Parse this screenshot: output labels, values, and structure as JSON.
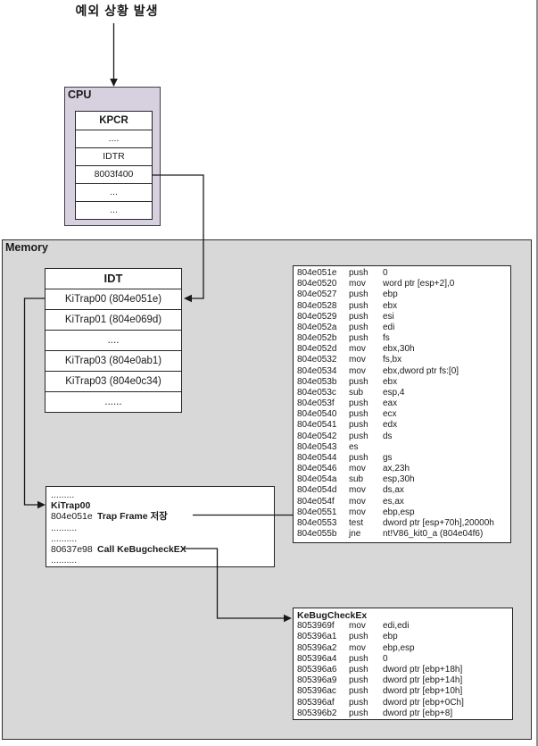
{
  "page": {
    "title": "예외 상황 발생"
  },
  "cpu": {
    "label": "CPU",
    "register_rows": [
      "KPCR",
      "....",
      "IDTR",
      "8003f400",
      "...",
      "..."
    ]
  },
  "memory": {
    "label": "Memory",
    "idt_table": {
      "header": "IDT",
      "entries": [
        "KiTrap00 (804e051e)",
        "KiTrap01 (804e069d)",
        "....",
        "KiTrap03 (804e0ab1)",
        "KiTrap03 (804e0c34)",
        "......"
      ]
    },
    "kitrap00_summary": {
      "lines": [
        {
          "address": "",
          "text": ".........",
          "bold": false
        },
        {
          "address": "",
          "text": "KiTrap00",
          "bold": true
        },
        {
          "address": "804e051e",
          "text": "Trap Frame 저장",
          "bold": true
        },
        {
          "address": "",
          "text": "..........",
          "bold": false
        },
        {
          "address": "",
          "text": "..........",
          "bold": false
        },
        {
          "address": "80637e98",
          "text": "Call KeBugcheckEX",
          "bold": true
        },
        {
          "address": "",
          "text": "..........",
          "bold": false
        }
      ]
    },
    "kitrap00_disassembly": {
      "rows": [
        [
          "804e051e",
          "push",
          "0"
        ],
        [
          "804e0520",
          "mov",
          "word ptr [esp+2],0"
        ],
        [
          "804e0527",
          "push",
          "ebp"
        ],
        [
          "804e0528",
          "push",
          "ebx"
        ],
        [
          "804e0529",
          "push",
          "esi"
        ],
        [
          "804e052a",
          "push",
          "edi"
        ],
        [
          "804e052b",
          "push",
          "fs"
        ],
        [
          "804e052d",
          "mov",
          "ebx,30h"
        ],
        [
          "804e0532",
          "mov",
          "fs,bx"
        ],
        [
          "804e0534",
          "mov",
          "ebx,dword ptr fs:[0]"
        ],
        [
          "804e053b",
          "push",
          "ebx"
        ],
        [
          "804e053c",
          "sub",
          "esp,4"
        ],
        [
          "804e053f",
          "push",
          "eax"
        ],
        [
          "804e0540",
          "push",
          "ecx"
        ],
        [
          "804e0541",
          "push",
          "edx"
        ],
        [
          "804e0542",
          "push",
          "ds"
        ],
        [
          "804e0543",
          "es",
          ""
        ],
        [
          "804e0544",
          "push",
          "gs"
        ],
        [
          "804e0546",
          "mov",
          "ax,23h"
        ],
        [
          "804e054a",
          "sub",
          "esp,30h"
        ],
        [
          "804e054d",
          "mov",
          "ds,ax"
        ],
        [
          "804e054f",
          "mov",
          "es,ax"
        ],
        [
          "804e0551",
          "mov",
          "ebp,esp"
        ],
        [
          "804e0553",
          "test",
          "dword ptr [esp+70h],20000h"
        ],
        [
          "804e055b",
          "jne",
          "nt!V86_kit0_a (804e04f6)"
        ]
      ]
    },
    "kebugcheckex_disassembly": {
      "header": "KeBugCheckEx",
      "rows": [
        [
          "8053969f",
          "mov",
          "edi,edi"
        ],
        [
          "805396a1",
          "push",
          "ebp"
        ],
        [
          "805396a2",
          "mov",
          "ebp,esp"
        ],
        [
          "805396a4",
          "push",
          "0"
        ],
        [
          "805396a6",
          "push",
          "dword ptr [ebp+18h]"
        ],
        [
          "805396a9",
          "push",
          "dword ptr [ebp+14h]"
        ],
        [
          "805396ac",
          "push",
          "dword ptr [ebp+10h]"
        ],
        [
          "805396af",
          "push",
          "dword ptr [ebp+0Ch]"
        ],
        [
          "805396b2",
          "push",
          "dword ptr [ebp+8]"
        ]
      ]
    }
  },
  "colors": {
    "cpu_fill": "#d6d0df",
    "memory_fill": "#d8d8d8",
    "box_border": "#26262b",
    "connector": "#1a1a1a"
  }
}
